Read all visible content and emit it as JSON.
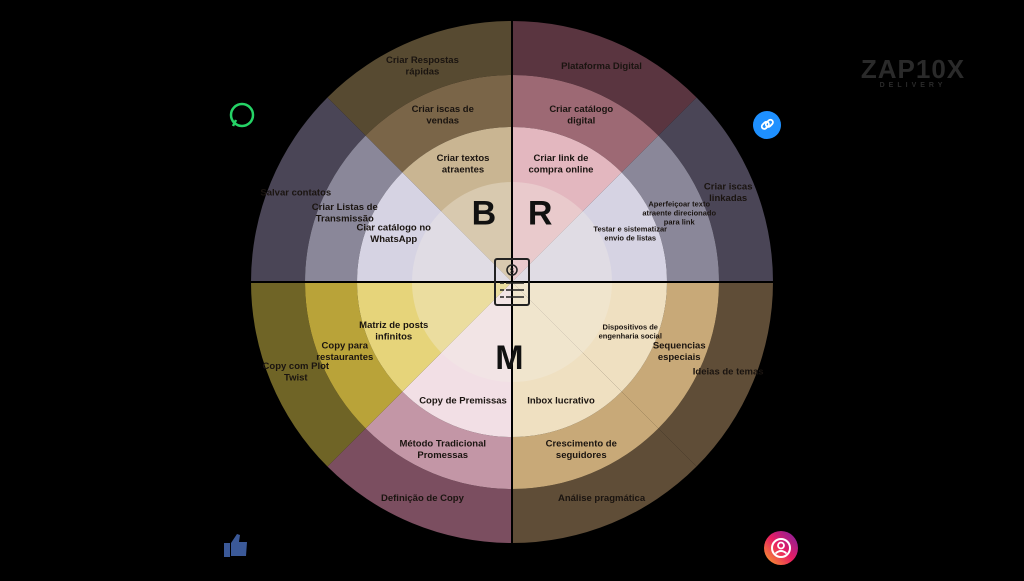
{
  "brand": {
    "name": "ZAP10X",
    "subtitle": "DELIVERY"
  },
  "colors": {
    "background": "#000000",
    "quadrants": {
      "B": [
        "#c9b592",
        "#7a6548",
        "#574a31"
      ],
      "R": [
        "#e3b7bf",
        "#9d6974",
        "#5a3540"
      ],
      "M": [
        "#f2dfe5",
        "#c396a6",
        "#7b4e60"
      ],
      "E": [
        "#efe0c1",
        "#c8a978",
        "#5f4d37"
      ]
    },
    "left_slice": [
      "#d6d3e3",
      "#8a8799",
      "#4a4556"
    ],
    "right_slice": [
      "#d6d3e3",
      "#8a8799",
      "#4a4556"
    ],
    "lower_left_slice": [
      "#e6d47a",
      "#b9a339",
      "#6f6426"
    ],
    "center": "#f4eee5",
    "divider": "#000000"
  },
  "quadrant_letters": [
    "B",
    "R",
    "M"
  ],
  "center_icon": "checklist-document-icon",
  "labels": {
    "top_left": [
      "Criar Respostas rápidas",
      "Criar iscas de vendas",
      "Criar textos atraentes"
    ],
    "top_right": [
      "Plataforma Digital",
      "Criar catálogo digital",
      "Criar link de compra online"
    ],
    "right_upper": [
      "Criar iscas linkadas",
      "Aperfeiçoar texto atraente direcionado para link",
      "Testar e sistematizar envio de listas"
    ],
    "left_upper": [
      "Salvar contatos",
      "Criar Listas de Transmissão",
      "Ciar catálogo no WhatsApp"
    ],
    "left_lower": [
      "Copy com Plot Twist",
      "Copy para restaurantes",
      "Matriz de posts infinitos"
    ],
    "bottom_left": [
      "Definição de Copy",
      "Método Tradicional Promessas",
      "Copy de Premissas"
    ],
    "bottom_right": [
      "Análise pragmática",
      "Crescimento de seguidores",
      "Inbox lucrativo"
    ],
    "right_lower": [
      "Ideias de temas",
      "Sequencias especiais",
      "Dispositivos de engenharia social"
    ]
  },
  "corner_icons": [
    "whatsapp-icon",
    "link-icon",
    "facebook-like-icon",
    "instagram-icon"
  ]
}
